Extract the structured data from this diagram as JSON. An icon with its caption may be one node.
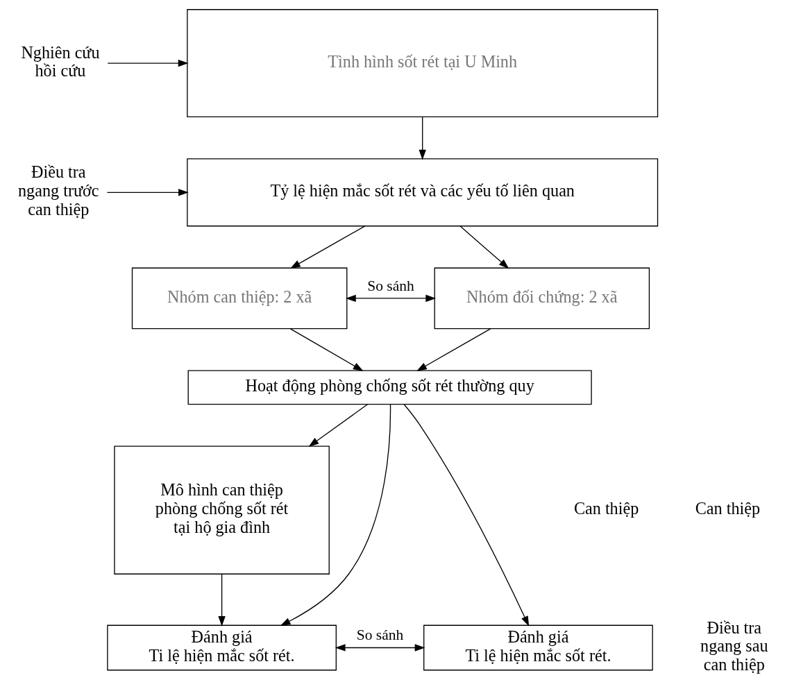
{
  "diagram": {
    "nodes": [
      {
        "text": [
          "Nghiên cứu hồi cứu"
        ]
      },
      {
        "text": [
          "Tình hình sốt rét tại U Minh"
        ]
      },
      {
        "text": [
          "Điều tra ngang trước can thiệp"
        ]
      },
      {
        "text": [
          "Tỷ lệ hiện mắc sốt rét và các yếu tố liên quan"
        ]
      },
      {
        "text": [
          "Nhóm can thiệp: 2 xã"
        ]
      },
      {
        "text": [
          "Nhóm đối chứng: 2 xã"
        ]
      },
      {
        "text": [
          "Hoạt động phòng chống sốt rét thường quy"
        ]
      },
      {
        "text": [
          "Mô hình can thiệp phòng chống sốt rét tại hộ gia đình"
        ]
      },
      {
        "text": [
          "Đánh giá",
          "Ti lệ hiện mắc sốt rét."
        ]
      },
      {
        "text": [
          "Đánh giá",
          "Ti lệ hiện mắc sốt rét."
        ]
      }
    ],
    "edges": [
      {
        "from": 0,
        "to": 1,
        "arrow": "to"
      },
      {
        "from": 1,
        "to": 3,
        "arrow": "to"
      },
      {
        "from": 2,
        "to": 3,
        "arrow": "to"
      },
      {
        "from": 3,
        "to": 4,
        "arrow": "to"
      },
      {
        "from": 3,
        "to": 5,
        "arrow": "to"
      },
      {
        "from": 4,
        "to": 5,
        "arrow": "both",
        "label": "So sánh"
      },
      {
        "from": 4,
        "to": 6,
        "arrow": "to"
      },
      {
        "from": 5,
        "to": 6,
        "arrow": "to"
      },
      {
        "from": 6,
        "to": 7,
        "arrow": "to"
      },
      {
        "from": 6,
        "to": 8,
        "arrow": "to"
      },
      {
        "from": 6,
        "to": 9,
        "arrow": "to"
      },
      {
        "from": 7,
        "to": 8,
        "arrow": "to"
      },
      {
        "from": 8,
        "to": 9,
        "arrow": "both",
        "label": "So sánh"
      }
    ],
    "labels": [
      "Can thiệp",
      "Can thiệp",
      "Điều tra ngang sau can thiệp"
    ]
  }
}
